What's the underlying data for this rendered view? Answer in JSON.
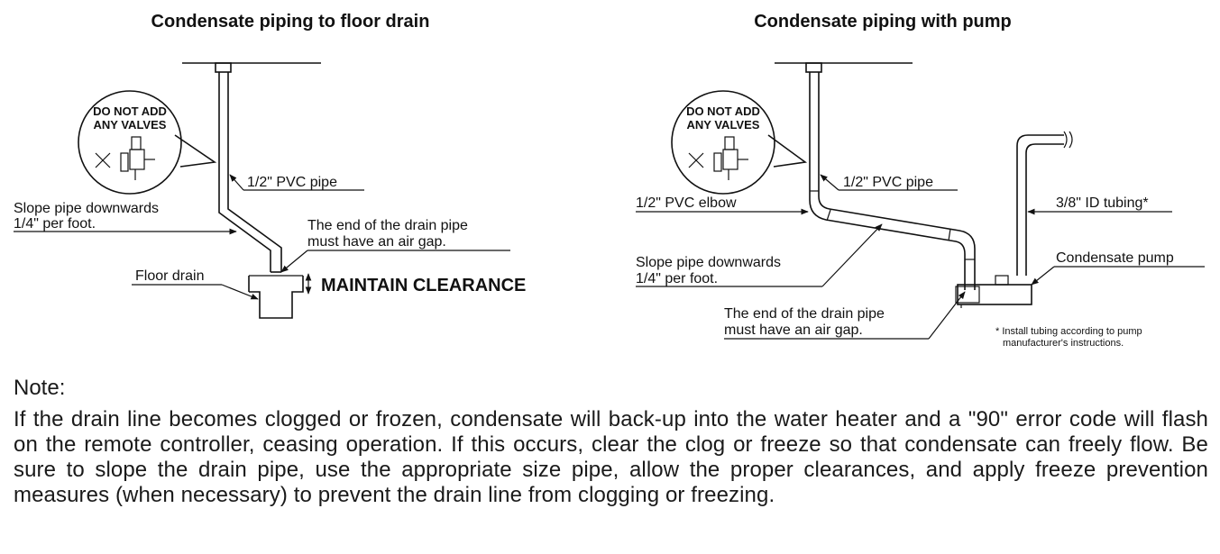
{
  "left_diagram": {
    "title": "Condensate piping to floor drain",
    "bubble_line1": "DO NOT ADD",
    "bubble_line2": "ANY VALVES",
    "pipe_label": "1/2\" PVC pipe",
    "slope_line1": "Slope pipe downwards",
    "slope_line2": "1/4\" per foot.",
    "airgap_line1": "The end of the drain pipe",
    "airgap_line2": "must have an air gap.",
    "floor_drain": "Floor drain",
    "clearance": "MAINTAIN CLEARANCE"
  },
  "right_diagram": {
    "title": "Condensate piping with pump",
    "bubble_line1": "DO NOT ADD",
    "bubble_line2": "ANY VALVES",
    "pipe_label": "1/2\" PVC pipe",
    "elbow_label": "1/2\" PVC elbow",
    "tubing_label": "3/8\" ID tubing*",
    "pump_label": "Condensate pump",
    "slope_line1": "Slope pipe downwards",
    "slope_line2": "1/4\" per foot.",
    "airgap_line1": "The end of the drain pipe",
    "airgap_line2": "must have an air gap.",
    "footnote_line1": "* Install tubing according to pump",
    "footnote_line2": "manufacturer's instructions."
  },
  "note": {
    "title": "Note:",
    "body": "If the drain line becomes clogged or frozen, condensate will back-up into the water heater and a \"90\" error code will flash on the remote controller, ceasing operation.  If this occurs, clear the clog or freeze so that condensate can freely flow.  Be sure to slope the drain pipe, use the appropriate size pipe, allow the proper clearances, and apply freeze prevention measures (when necessary) to prevent the drain line from clogging or freezing."
  }
}
